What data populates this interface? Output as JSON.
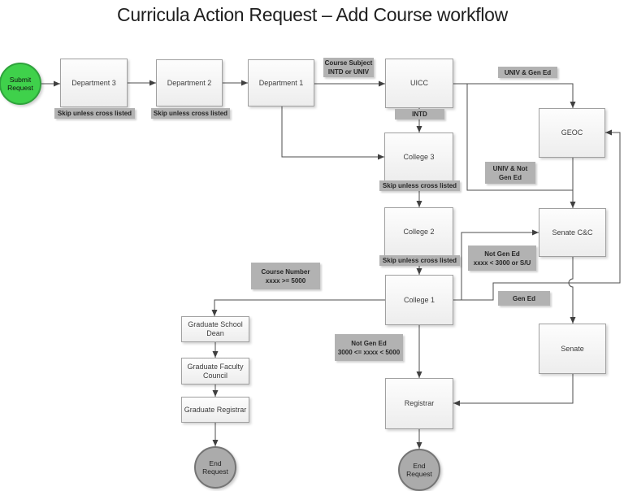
{
  "title": "Curricula Action Request – Add Course workflow",
  "nodes": {
    "submit": "Submit\nRequest",
    "dept3": "Department 3",
    "dept2": "Department 2",
    "dept1": "Department 1",
    "uicc": "UICC",
    "geoc": "GEOC",
    "college3": "College 3",
    "college2": "College 2",
    "college1": "College 1",
    "senate_cc": "Senate C&C",
    "senate": "Senate",
    "registrar": "Registrar",
    "grad_school_dean": "Graduate School\nDean",
    "grad_faculty_council": "Graduate Faculty\nCouncil",
    "grad_registrar": "Graduate Registrar",
    "end_left": "End\nRequest",
    "end_center": "End\nRequest"
  },
  "labels": {
    "skip_dept3": "Skip unless cross listed",
    "skip_dept2": "Skip unless cross listed",
    "course_subject": "Course Subject\nINTD or UNIV",
    "univ_gen_ed": "UNIV & Gen Ed",
    "intd": "INTD",
    "univ_not_gen_ed": "UNIV & Not\nGen Ed",
    "skip_college3": "Skip unless cross listed",
    "skip_college2": "Skip unless cross listed",
    "not_gen_ed_su": "Not Gen Ed\nxxxx < 3000 or S/U",
    "course_number": "Course Number\nxxxx >= 5000",
    "gen_ed": "Gen Ed",
    "not_gen_ed_3000_5000": "Not Gen Ed\n3000 <= xxxx < 5000"
  },
  "colors": {
    "start_fill": "#3fd14b",
    "start_border": "#2fa23c",
    "end_fill": "#ababab",
    "end_border": "#757575",
    "label_bg": "#b2b2b2",
    "node_border": "#a0a0a0",
    "line": "#4d4d4d"
  }
}
